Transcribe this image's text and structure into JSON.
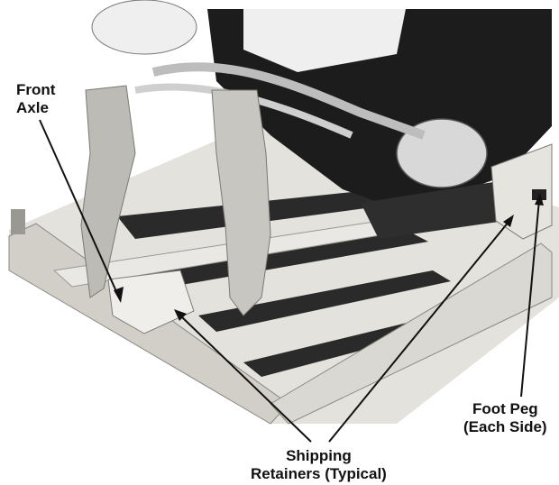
{
  "labels": {
    "front_axle": [
      "Front",
      "Axle"
    ],
    "shipping_retainers": [
      "Shipping",
      "Retainers (Typical)"
    ],
    "foot_peg": [
      "Foot Peg",
      "(Each Side)"
    ]
  },
  "colors": {
    "background": "#ffffff",
    "wood": "#d8d6d0",
    "wood_light": "#e9e8e4",
    "shadow_gap": "#2a2a2a",
    "engine_dark": "#1c1c1c",
    "chrome": "#bdbdbd",
    "leader": "#111111"
  }
}
